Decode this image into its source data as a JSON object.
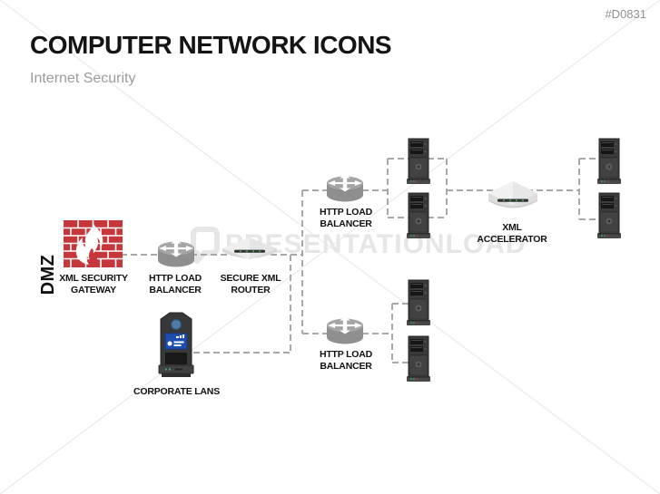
{
  "page": {
    "doc_id": "#D0831",
    "title": "COMPUTER NETWORK ICONS",
    "subtitle": "Internet Security",
    "watermark": "PRESENTATIONLOAD"
  },
  "colors": {
    "firewall_red": "#C5373B",
    "cylinder_gray": "#909090",
    "device_light_gray": "#E9E9E9",
    "server_dark": "#3A3A3A",
    "dashed_line_gray": "#A8A8A8",
    "label_black": "#111111",
    "subtitle_gray": "#9B9B9B",
    "watermark_gray": "#E6E6E6",
    "led_green": "#3FAE49",
    "panel_blue": "#1E4FB0"
  },
  "diagram": {
    "zone": "DMZ",
    "labels": {
      "firewall": "XML SECURITY GATEWAY",
      "lb_left": "HTTP LOAD BALANCER",
      "router": "SECURE XML ROUTER",
      "corporate": "CORPORATE LANS",
      "lb_top": "HTTP LOAD BALANCER",
      "lb_bottom": "HTTP LOAD BALANCER",
      "accelerator": "XML ACCELERATOR"
    },
    "icons": [
      {
        "name": "firewall-icon",
        "for": "XML SECURITY GATEWAY"
      },
      {
        "name": "load-balancer-icon",
        "for": "HTTP LOAD BALANCER",
        "count": 3
      },
      {
        "name": "router-icon",
        "for": "SECURE XML ROUTER"
      },
      {
        "name": "xml-accelerator-icon",
        "for": "XML ACCELERATOR"
      },
      {
        "name": "corporate-lan-tower-icon",
        "for": "CORPORATE LANS"
      },
      {
        "name": "server-tower-icon",
        "count": 6
      }
    ]
  }
}
